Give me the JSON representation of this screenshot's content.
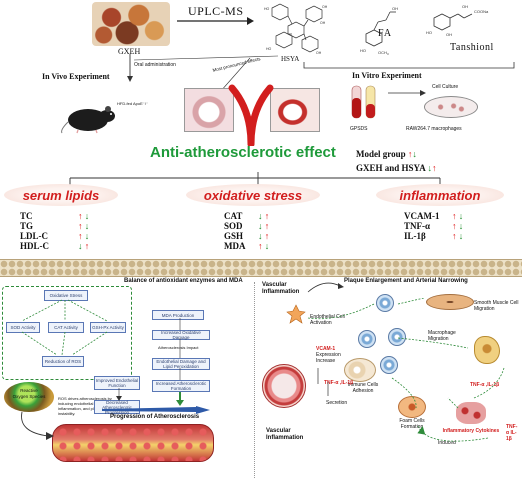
{
  "top": {
    "uplc_ms": "UPLC-MS",
    "gxeh": "GXEH",
    "hsya": "HSYA",
    "fa": "FA",
    "tanshionl": "Tanshionl",
    "oral_administration": "Oral administration",
    "most_pronounced_effects": "Most pronounced effects",
    "in_vivo": "In Vivo Experiment",
    "in_vitro": "In Vitro Experiment",
    "mouse_label": "HFD-fed ApoE⁻/⁻",
    "cell_culture": "Cell Culture",
    "gpsds": "GPSDS",
    "raw_cells": "RAW264.7 macrophages",
    "main_effect": "Anti-atherosclerotic effect",
    "model_group": "Model group",
    "gxeh_hsya": "GXEH and HSYA"
  },
  "categories": {
    "serum": {
      "title": "serum lipids",
      "markers": [
        "TC",
        "TG",
        "LDL-C",
        "HDL-C"
      ]
    },
    "oxidative": {
      "title": "oxidative stress",
      "markers": [
        "CAT",
        "SOD",
        "GSH",
        "MDA"
      ]
    },
    "inflammation": {
      "title": "inflammation",
      "markers": [
        "VCAM-1",
        "TNF-α",
        "IL-1β"
      ]
    }
  },
  "bottom_left": {
    "balance_title": "Balance of antioxidant enzymes and MDA",
    "oxidative_stress": "Oxidative Stress",
    "sod_activity": "SOD Activity",
    "cat_activity": "CAT Activity",
    "gsh_activity": "GSH-Px Activity",
    "reduction_ros": "Reduction of ROS",
    "reactive_oxygen": "Reactive Oxygen Species",
    "ros_drives": "ROS drives atherosclerosis by inducing endothelial dysfunction, inflammation, and plaque instability.",
    "mda_production": "MDA Production",
    "increased_oxidative": "Increased Oxidative Damage",
    "atherosclerosis_impact": "Atherosclerosis Impact",
    "endothelial_damage": "Endothelial Damage and Lipid Peroxidation",
    "increased_atherosclerotic": "Increased Atherosclerotic Formation",
    "improved_endothelial": "Improved Endothelial Function",
    "decreased_progression": "Decreased Atherosclerotic Progression",
    "progression": "Progression of Atherosclerosis"
  },
  "bottom_right": {
    "vascular_inflammation": "Vascular Inflammation",
    "plaque_title": "Plaque Enlargement and Arterial Narrowing",
    "endothelial_activation": "Endothelial Cell Activation",
    "smooth_muscle": "Smooth Muscle Cell Migration",
    "macrophage_migration": "Macrophage Migration",
    "vcam1_expression": "VCAM-1",
    "expression_increase": "Expression Increase",
    "immune_adhesion": "Immune Cells Adhesion",
    "tnf_il1_secretion": "TNF-α ,IL-1β",
    "secretion": "Secretion",
    "tnf_il1_right": "TNF-α ,IL-1β",
    "tnf_il1_far": "TNF-α IL-1β",
    "foam_cells": "Foam Cells Formation",
    "inflammatory_cytokines": "Inflammatory Cytokines",
    "induced": "Induced",
    "vascular_inflammation_2": "Vascular Inflammation"
  },
  "colors": {
    "accent_red": "#d21e1e",
    "effect_green": "#1e9a3a",
    "up_arrow": "#dd1111",
    "down_arrow": "#1a8a2a"
  }
}
